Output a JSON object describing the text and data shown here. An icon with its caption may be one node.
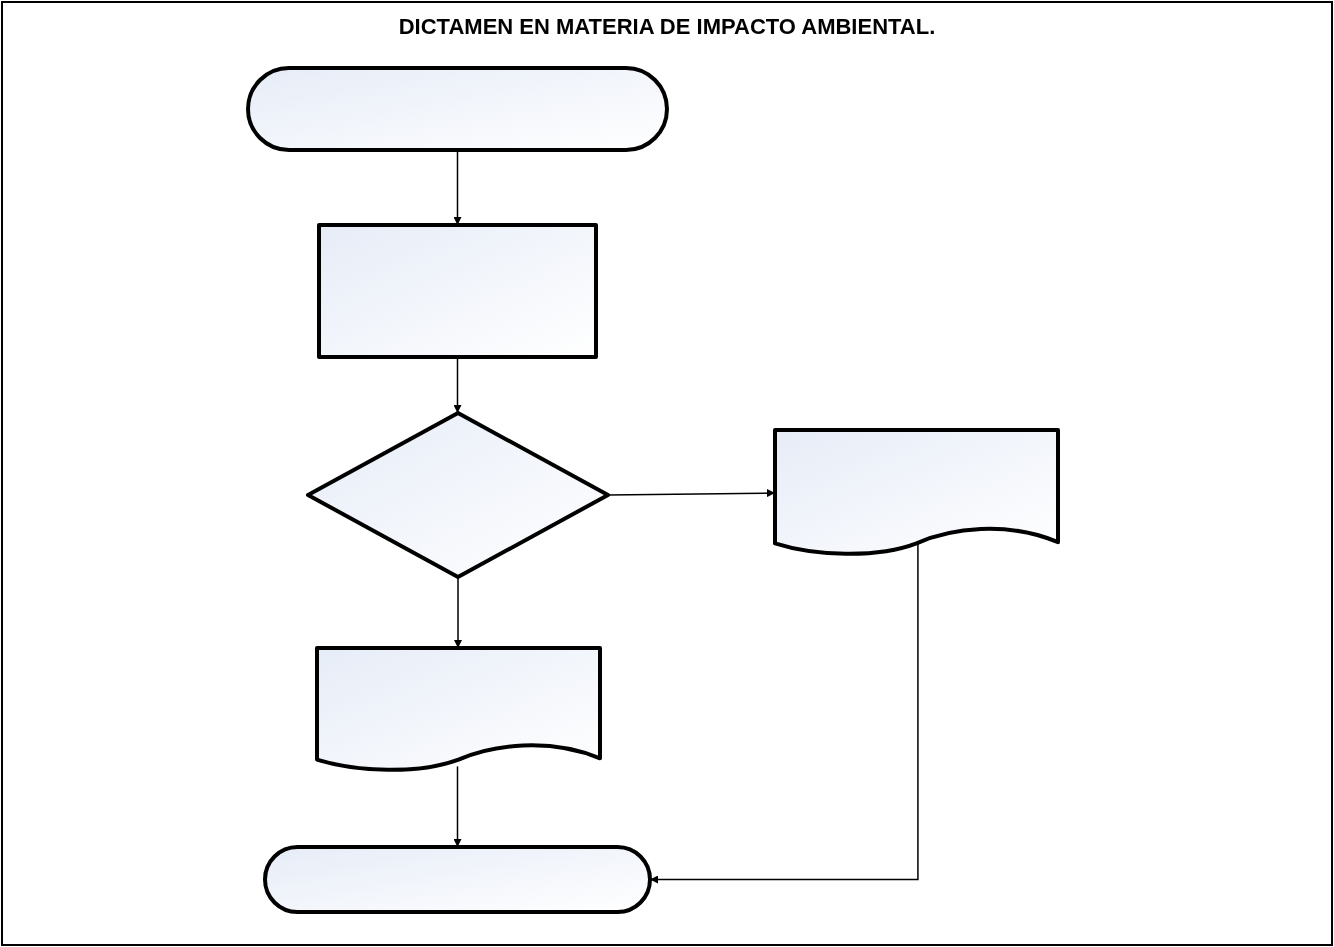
{
  "diagram": {
    "title": "DICTAMEN EN MATERIA DE IMPACTO AMBIENTAL.",
    "nodes": [
      {
        "text": [],
        "shape": "terminator"
      },
      {
        "text": [],
        "shape": "box"
      },
      {
        "text": [],
        "shape": "diamond"
      },
      {
        "text": [],
        "shape": "document"
      },
      {
        "text": [],
        "shape": "document"
      },
      {
        "text": [],
        "shape": "terminator"
      }
    ],
    "edges": [
      {
        "from": 0,
        "to": 1,
        "arrow": "to"
      },
      {
        "from": 1,
        "to": 2,
        "arrow": "to"
      },
      {
        "from": 2,
        "to": 3,
        "arrow": "to"
      },
      {
        "from": 2,
        "to": 4,
        "arrow": "to"
      },
      {
        "from": 4,
        "to": 5,
        "arrow": "to"
      },
      {
        "from": 3,
        "to": 5,
        "arrow": "to"
      }
    ]
  }
}
